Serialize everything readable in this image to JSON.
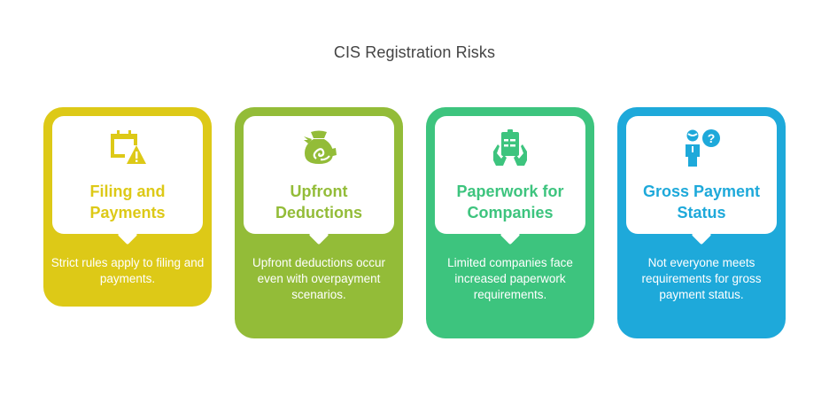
{
  "title": "CIS Registration Risks",
  "cards": [
    {
      "heading_line1": "Filing and",
      "heading_line2": "Payments",
      "description": "Strict rules apply to filing and payments.",
      "icon": "calendar-warning-icon",
      "color": "#DDC917"
    },
    {
      "heading_line1": "Upfront",
      "heading_line2": "Deductions",
      "description": "Upfront deductions occur even with overpayment scenarios.",
      "icon": "money-bag-deduction-icon",
      "color": "#93BC38"
    },
    {
      "heading_line1": "Paperwork for",
      "heading_line2": "Companies",
      "description": "Limited companies face increased paperwork requirements.",
      "icon": "document-in-hands-icon",
      "color": "#3DC47E"
    },
    {
      "heading_line1": "Gross Payment",
      "heading_line2": "Status",
      "description": "Not everyone meets requirements for gross payment status.",
      "icon": "person-question-icon",
      "color": "#1EA9DA"
    }
  ]
}
